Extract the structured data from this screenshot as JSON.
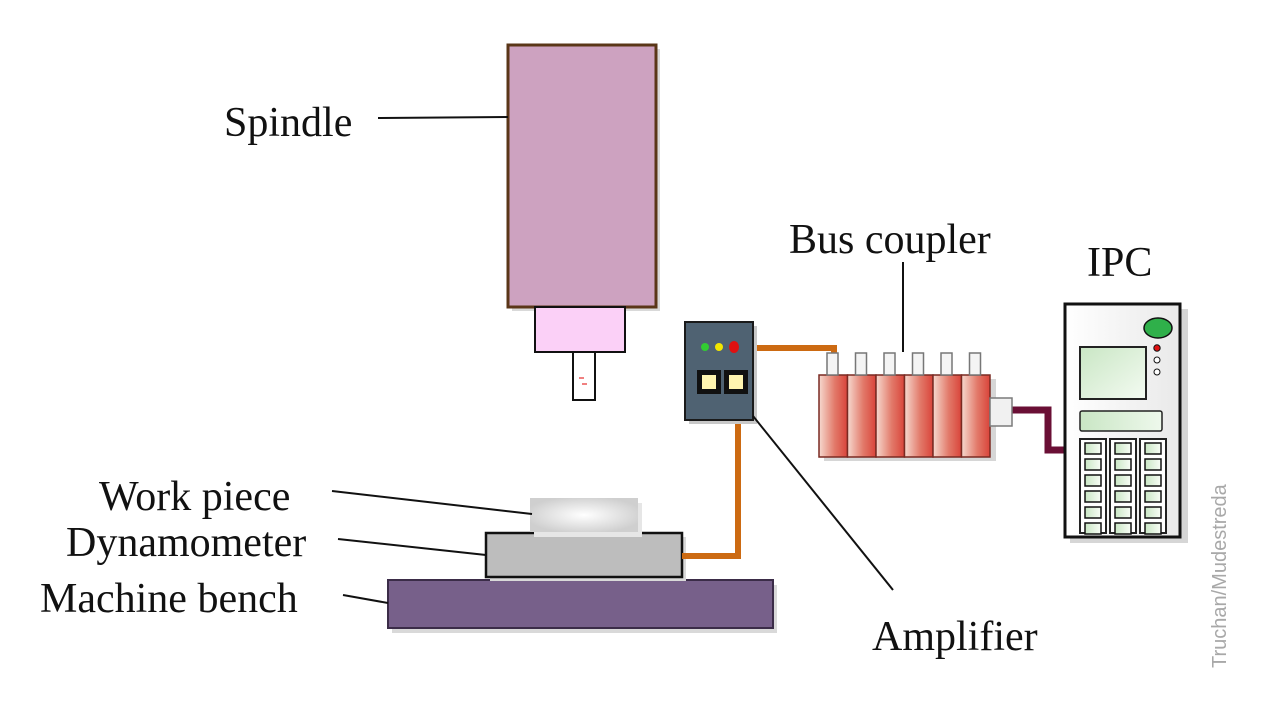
{
  "labels": {
    "spindle": "Spindle",
    "bus_coupler": "Bus coupler",
    "ipc": "IPC",
    "work_piece": "Work piece",
    "dynamometer": "Dynamometer",
    "machine_bench": "Machine bench",
    "amplifier": "Amplifier"
  },
  "credit": "Truchan/Mudestreda",
  "colors": {
    "spindle_body": "#cda2c0",
    "spindle_outline": "#5a3618",
    "spindle_holder": "#fbd0f7",
    "bench": "#77608a",
    "dynamometer": "#bdbdbd",
    "amplifier_case": "#4f6272",
    "cable_orange": "#cc6a12",
    "cable_maroon": "#6a0f35",
    "coupler_red": "#d9443a",
    "coupler_light": "#f6d9cf",
    "ipc_screen": "#c9e6c4",
    "led_green": "#32cc32",
    "led_yellow": "#f2e600",
    "led_red": "#e01010"
  }
}
